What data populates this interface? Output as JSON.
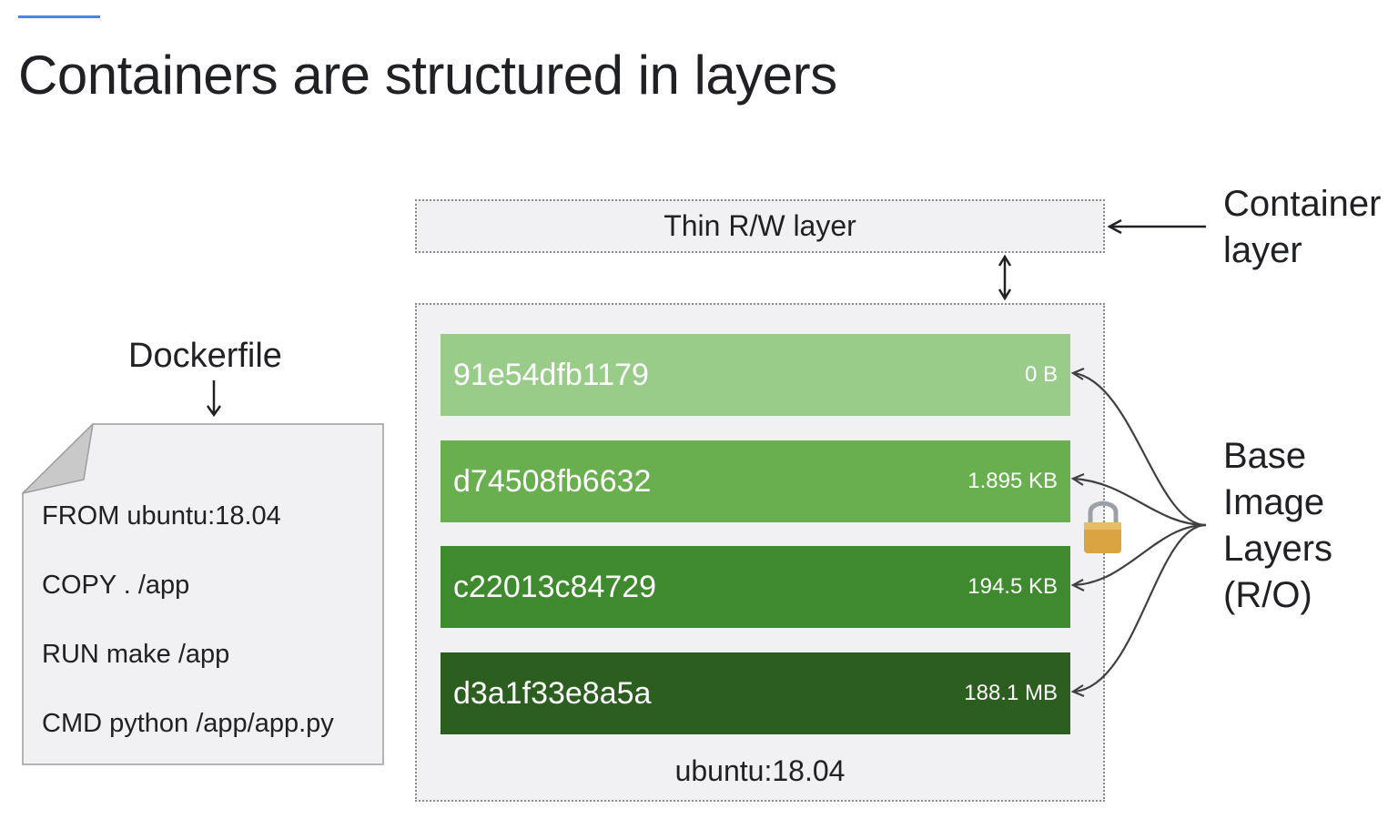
{
  "title": "Containers are structured in layers",
  "dockerfile": {
    "label": "Dockerfile",
    "lines": [
      "FROM ubuntu:18.04",
      "COPY . /app",
      "RUN make /app",
      "CMD python /app/app.py"
    ]
  },
  "container_layer": {
    "box_label": "Thin R/W layer",
    "side_label_line1": "Container",
    "side_label_line2": "layer"
  },
  "base_image": {
    "layers": [
      {
        "id": "91e54dfb1179",
        "size": "0 B",
        "color": "#99cc88"
      },
      {
        "id": "d74508fb6632",
        "size": "1.895 KB",
        "color": "#6aaf4f"
      },
      {
        "id": "c22013c84729",
        "size": "194.5 KB",
        "color": "#3f8a2e"
      },
      {
        "id": "d3a1f33e8a5a",
        "size": "188.1 MB",
        "color": "#2c5e1f"
      }
    ],
    "image_label": "ubuntu:18.04",
    "side_label_lines": [
      "Base",
      "Image",
      "Layers",
      "(R/O)"
    ]
  },
  "icons": [
    "lock-icon",
    "arrow-down-icon",
    "arrow-left-icon",
    "double-arrow-icon"
  ],
  "colors": {
    "accent": "#4a86e8",
    "lock": "#d9a441"
  }
}
